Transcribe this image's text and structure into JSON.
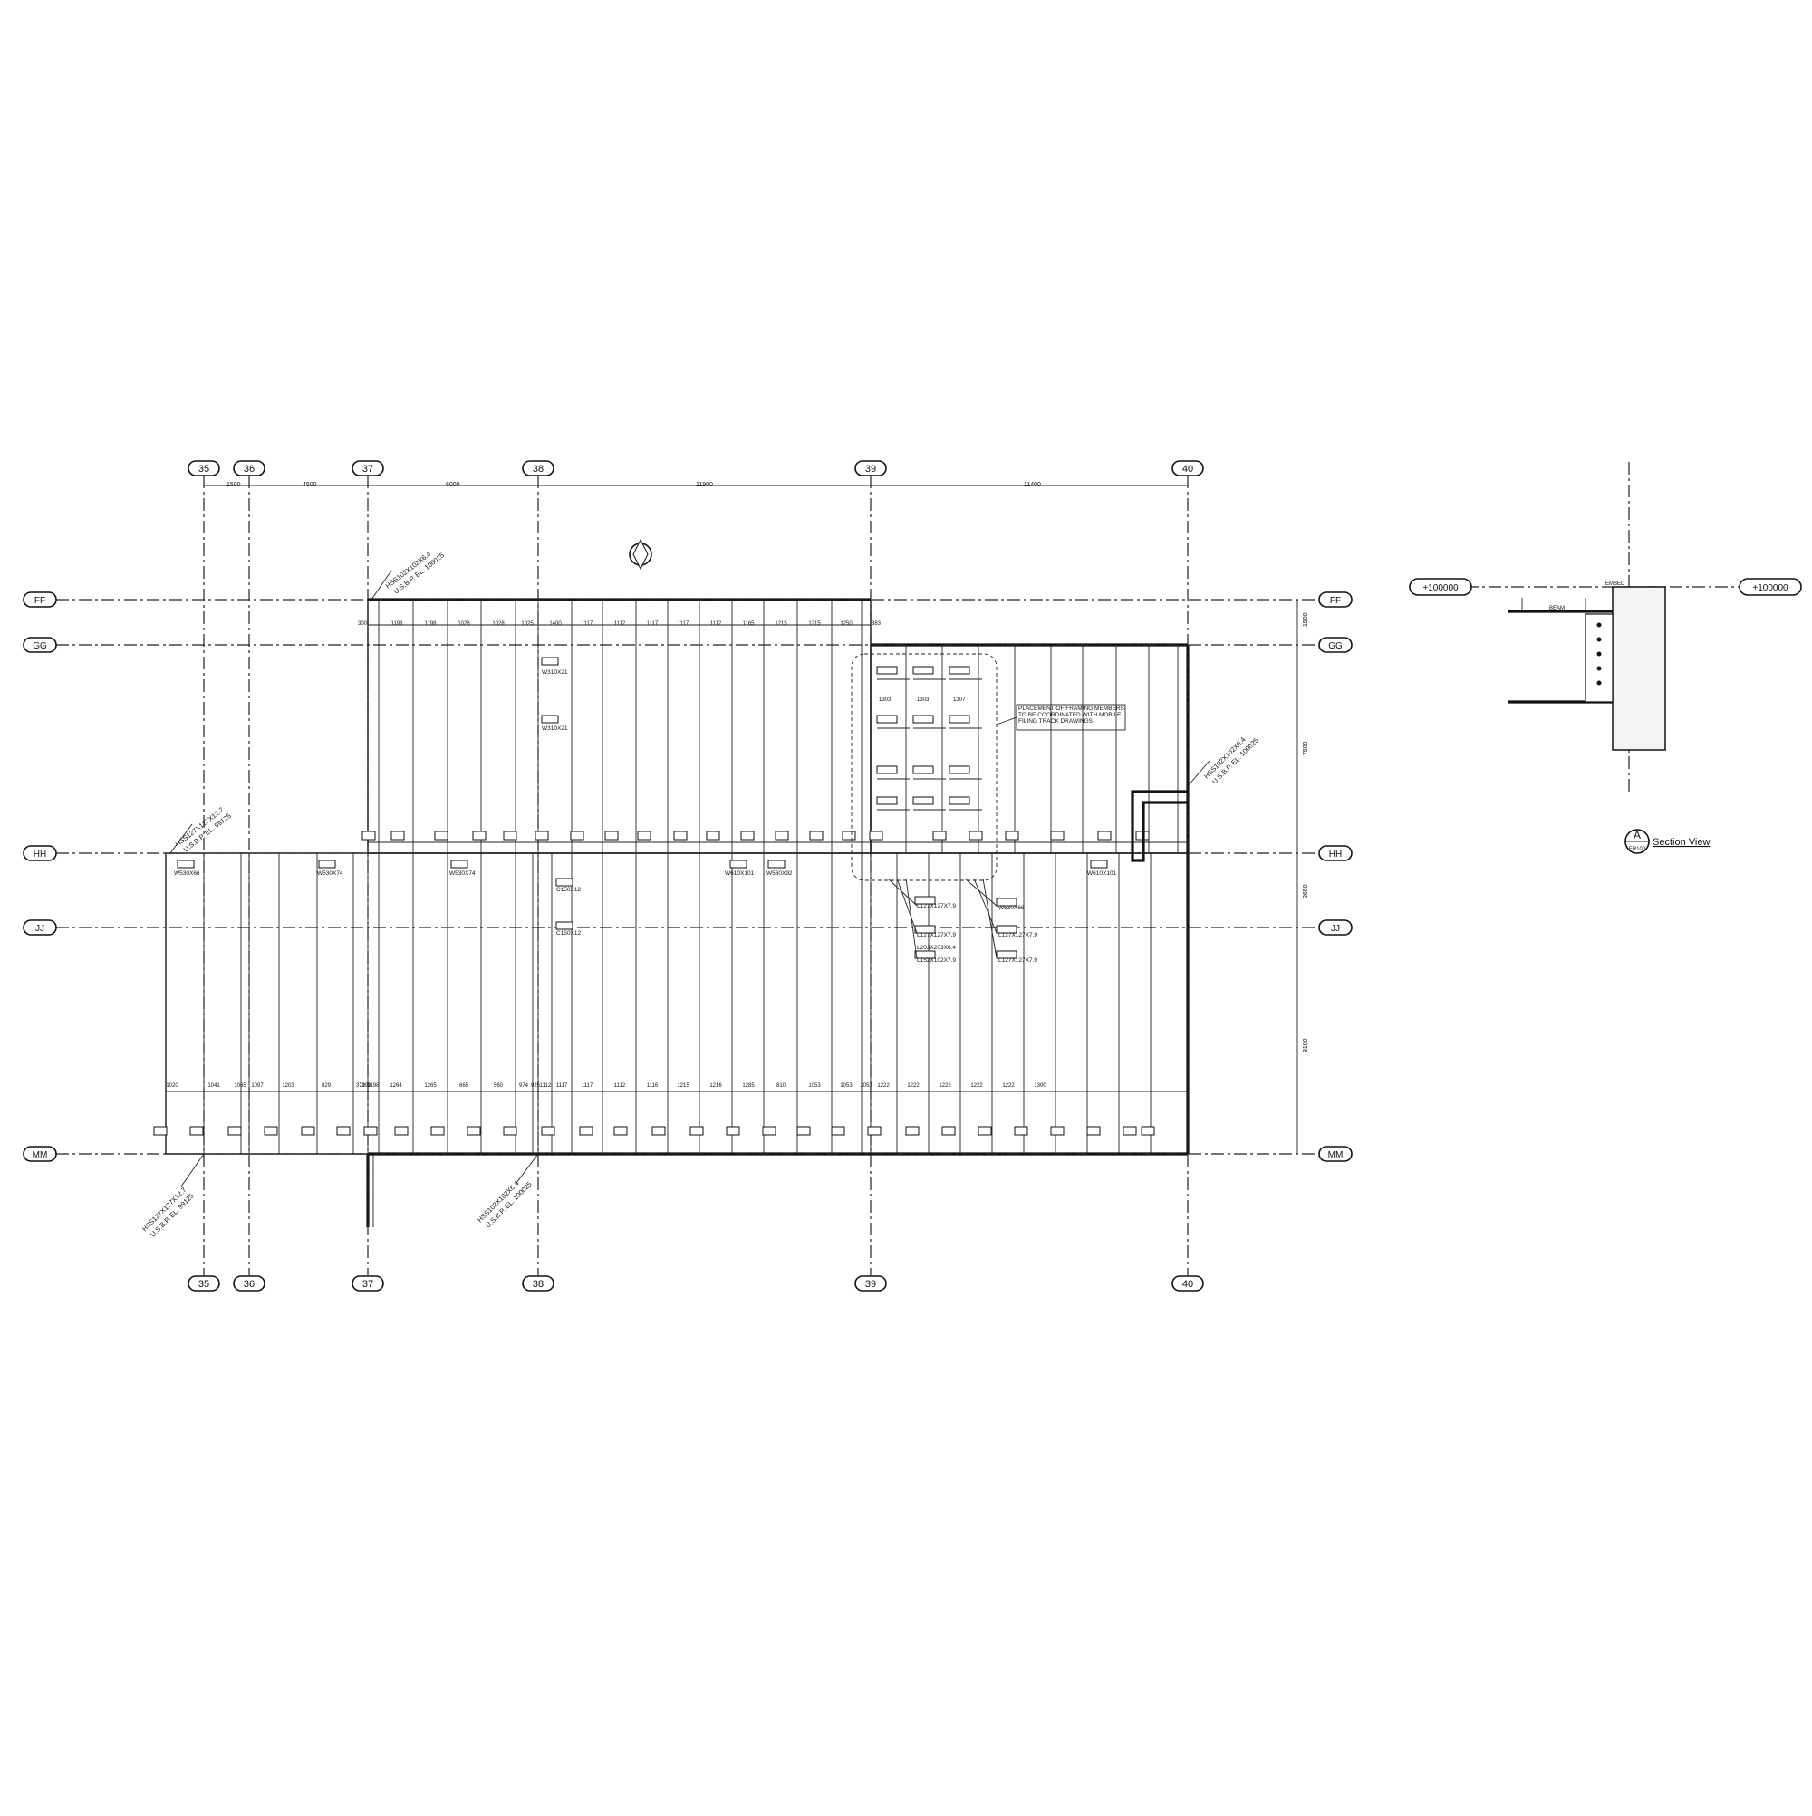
{
  "grid_columns": [
    "35",
    "36",
    "37",
    "38",
    "39",
    "40"
  ],
  "grid_rows": [
    "FF",
    "GG",
    "HH",
    "JJ",
    "MM"
  ],
  "column_spacing": [
    "1500",
    "4500",
    "6000",
    "11900",
    "11400"
  ],
  "row_spacing": [
    "1500",
    "7500",
    "2650",
    "8100"
  ],
  "beam_spans_top": [
    "300",
    "1198",
    "1198",
    "1028",
    "1028",
    "1025",
    "1400",
    "1117",
    "1112",
    "1117",
    "1117",
    "1112",
    "1165",
    "1215",
    "1215",
    "1250",
    "383"
  ],
  "beam_spans_bottom": [
    "1020",
    "1041",
    "1065",
    "1097",
    "1203",
    "829",
    "370",
    "1198",
    "1198",
    "1264",
    "1265",
    "665",
    "560",
    "974",
    "925",
    "1112",
    "1117",
    "1117",
    "1112",
    "1116",
    "1215",
    "1216",
    "1285",
    "810",
    "1053",
    "1053",
    "1053",
    "1222",
    "1222",
    "1222",
    "1222",
    "1222",
    "1300"
  ],
  "section_view": {
    "level_left": "+100000",
    "level_right": "+100000",
    "label": "Section View",
    "mark": "A",
    "sheet": "ER100",
    "beam_label": "BEAM",
    "embed_label": "EMBED"
  },
  "note": "PLACEMENT OF FRAMING MEMBERS TO BE COORDINATED WITH MOBILE FILING TRACK DRAWINGS",
  "callouts": {
    "c1": "HSS102X102X6.4",
    "c1b": "U.S.B.P. EL. 100025",
    "c2": "HSS127X127X12.7",
    "c2b": "U.S.B.P. EL. 99125",
    "c3": "HSS102X102X6.4",
    "c3b": "U.S.B.P. EL. 100025",
    "c4": "HSS102X102X6.4",
    "c4b": "U.S.B.P. EL. 100025",
    "c5": "HSS127X127X12.7",
    "c5b": "U.S.B.P. EL. 99125"
  },
  "member_labels": {
    "m1": "W530X66",
    "m2": "W530X74",
    "m3": "W530X74",
    "m4": "W310X21",
    "m5": "W310X21",
    "m6": "C150X12",
    "m7": "C150X12",
    "m8": "W610X101",
    "m9": "W530X92",
    "m10": "W610X101",
    "m11": "L127X127X7.9",
    "m12": "L127X127X7.9",
    "m13": "L152X102X7.9",
    "m14": "W530X66",
    "m15": "L127X127X7.9",
    "m16": "L127X127X7.9",
    "m17": "L203X203X6.4"
  },
  "mini_dims": {
    "d1": "1303",
    "d2": "1303",
    "d3": "1307"
  }
}
